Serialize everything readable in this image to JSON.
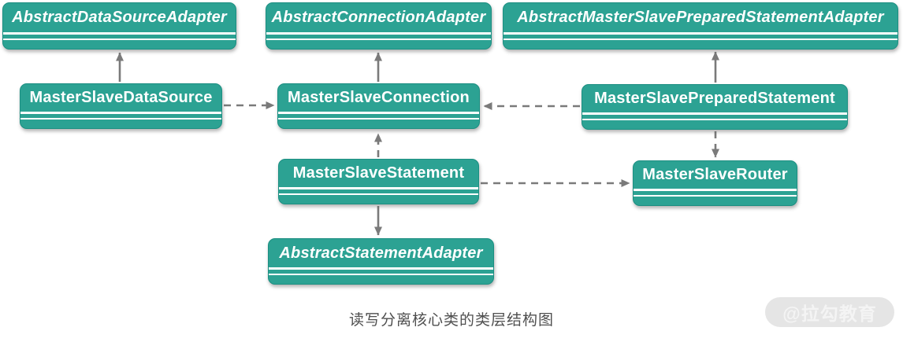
{
  "diagram": {
    "caption": "读写分离核心类的类层结构图",
    "watermark": "@拉勾教育",
    "colors": {
      "node_fill": "#2CA293",
      "node_border": "#1C8F82",
      "node_text": "#FFFFFF",
      "arrow": "#7A7A7A",
      "caption_text": "#4F4F4F",
      "watermark_bg": "#E5E5E5",
      "watermark_text": "#F4F4F4"
    },
    "nodes": [
      {
        "id": "abstract-data-source-adapter",
        "label": "AbstractDataSourceAdapter",
        "abstract": true
      },
      {
        "id": "abstract-connection-adapter",
        "label": "AbstractConnectionAdapter",
        "abstract": true
      },
      {
        "id": "abstract-master-slave-prepared-statement-adapter",
        "label": "AbstractMasterSlavePreparedStatementAdapter",
        "abstract": true
      },
      {
        "id": "master-slave-data-source",
        "label": "MasterSlaveDataSource",
        "abstract": false
      },
      {
        "id": "master-slave-connection",
        "label": "MasterSlaveConnection",
        "abstract": false
      },
      {
        "id": "master-slave-prepared-statement",
        "label": "MasterSlavePreparedStatement",
        "abstract": false
      },
      {
        "id": "master-slave-statement",
        "label": "MasterSlaveStatement",
        "abstract": false
      },
      {
        "id": "master-slave-router",
        "label": "MasterSlaveRouter",
        "abstract": false
      },
      {
        "id": "abstract-statement-adapter",
        "label": "AbstractStatementAdapter",
        "abstract": true
      }
    ],
    "edges": [
      {
        "from": "MasterSlaveDataSource",
        "to": "AbstractDataSourceAdapter",
        "style": "solid-arrow"
      },
      {
        "from": "MasterSlaveConnection",
        "to": "AbstractConnectionAdapter",
        "style": "solid-arrow"
      },
      {
        "from": "MasterSlavePreparedStatement",
        "to": "AbstractMasterSlavePreparedStatementAdapter",
        "style": "solid-arrow"
      },
      {
        "from": "MasterSlaveStatement",
        "to": "AbstractStatementAdapter",
        "style": "solid-arrow"
      },
      {
        "from": "MasterSlaveDataSource",
        "to": "MasterSlaveConnection",
        "style": "dashed-arrow"
      },
      {
        "from": "MasterSlavePreparedStatement",
        "to": "MasterSlaveConnection",
        "style": "dashed-arrow"
      },
      {
        "from": "MasterSlaveStatement",
        "to": "MasterSlaveConnection",
        "style": "dashed-arrow"
      },
      {
        "from": "MasterSlavePreparedStatement",
        "to": "MasterSlaveRouter",
        "style": "dashed-arrow"
      },
      {
        "from": "MasterSlaveStatement",
        "to": "MasterSlaveRouter",
        "style": "dashed-arrow"
      }
    ]
  }
}
